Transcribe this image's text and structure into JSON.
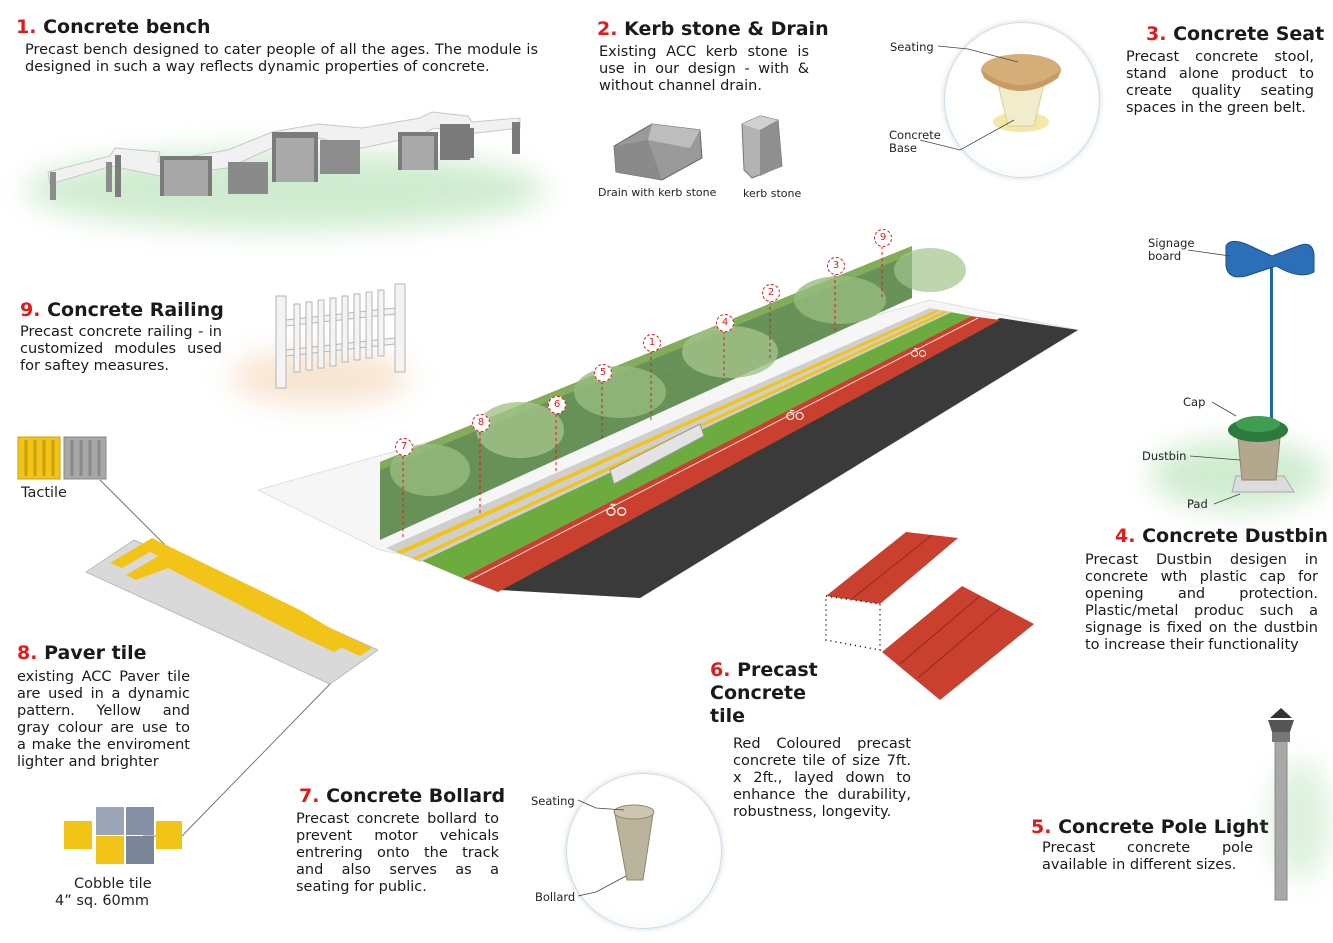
{
  "sections": {
    "s1": {
      "num": "1.",
      "title": "Concrete bench",
      "body": "Precast bench designed to cater people of all the ages. The module is designed in such a way reflects dynamic properties of concrete."
    },
    "s2": {
      "num": "2.",
      "title": "Kerb stone & Drain",
      "body": "Existing ACC kerb stone is use in our design - with & without channel drain."
    },
    "s3": {
      "num": "3.",
      "title": "Concrete Seat",
      "body": "Precast concrete stool, stand alone product to create quality seating spaces in the green belt."
    },
    "s4": {
      "num": "4.",
      "title": "Concrete Dustbin",
      "body": "Precast Dustbin desigen in concrete wth plastic cap for opening and protection. Plastic/metal produc such a signage is fixed on the dustbin to increase their functionality"
    },
    "s5": {
      "num": "5.",
      "title": "Concrete Pole Light",
      "body": "Precast concrete pole available in different sizes."
    },
    "s6": {
      "num": "6.",
      "title": "Precast Concrete tile",
      "body": "Red Coloured precast concrete tile of size 7ft. x 2ft., layed down to enhance the durability, robustness, longevity."
    },
    "s7": {
      "num": "7.",
      "title": "Concrete Bollard",
      "body": "Precast concrete bollard to prevent motor vehicals entrering onto the track and also serves as a seating for public."
    },
    "s8": {
      "num": "8.",
      "title": "Paver tile",
      "body": "existing ACC Paver tile are used in a dynamic pattern. Yellow and gray colour are use to a make the enviroment lighter and brighter"
    },
    "s9": {
      "num": "9.",
      "title": "Concrete Railing",
      "body": "Precast concrete railing - in customized modules used for saftey measures."
    }
  },
  "labels": {
    "drain_with_kerb": "Drain with kerb stone",
    "kerb_stone": "kerb stone",
    "seat_seating": "Seating",
    "seat_base": "Concrete Base",
    "signage_board": "Signage board",
    "cap": "Cap",
    "dustbin": "Dustbin",
    "pad": "Pad",
    "bollard_seating": "Seating",
    "bollard": "Bollard",
    "tactile": "Tactile",
    "cobble_tile": "Cobble tile",
    "cobble_size": "4” sq. 60mm"
  },
  "markers": [
    "7",
    "8",
    "6",
    "5",
    "1",
    "4",
    "2",
    "3",
    "9"
  ],
  "colors": {
    "accent_red": "#e01b1b",
    "track_red": "#c9402f",
    "tactile_yellow": "#f2c417",
    "grass": "#6cab3e",
    "asphalt": "#3a3a3a"
  }
}
